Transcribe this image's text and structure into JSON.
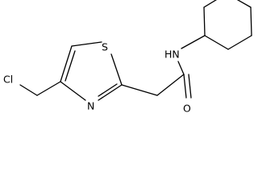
{
  "molecule": {
    "atoms": {
      "cl": "Cl",
      "s": "S",
      "n_ring": "N",
      "nh": "HN",
      "o": "O"
    },
    "colors": {
      "bond": "#000000",
      "label": "#000000",
      "background": "#ffffff"
    }
  }
}
